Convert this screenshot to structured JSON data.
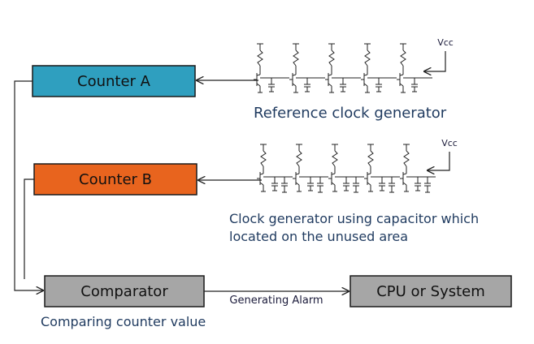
{
  "blocks": {
    "counter_a": {
      "label": "Counter  A",
      "color": "#2f9fbf"
    },
    "counter_b": {
      "label": "Counter B",
      "color": "#e8641e"
    },
    "comparator": {
      "label": "Comparator",
      "color": "#a6a6a6"
    },
    "cpu": {
      "label": "CPU or System",
      "color": "#a6a6a6"
    }
  },
  "captions": {
    "ref_clock": "Reference clock generator",
    "cap_clock_line1": "Clock generator using capacitor which",
    "cap_clock_line2": "located on the unused area",
    "comparing": "Comparing counter value"
  },
  "edges": {
    "alarm": "Generating Alarm"
  },
  "circuits": {
    "vcc_top": "Vcc",
    "vcc_bottom": "Vcc"
  }
}
